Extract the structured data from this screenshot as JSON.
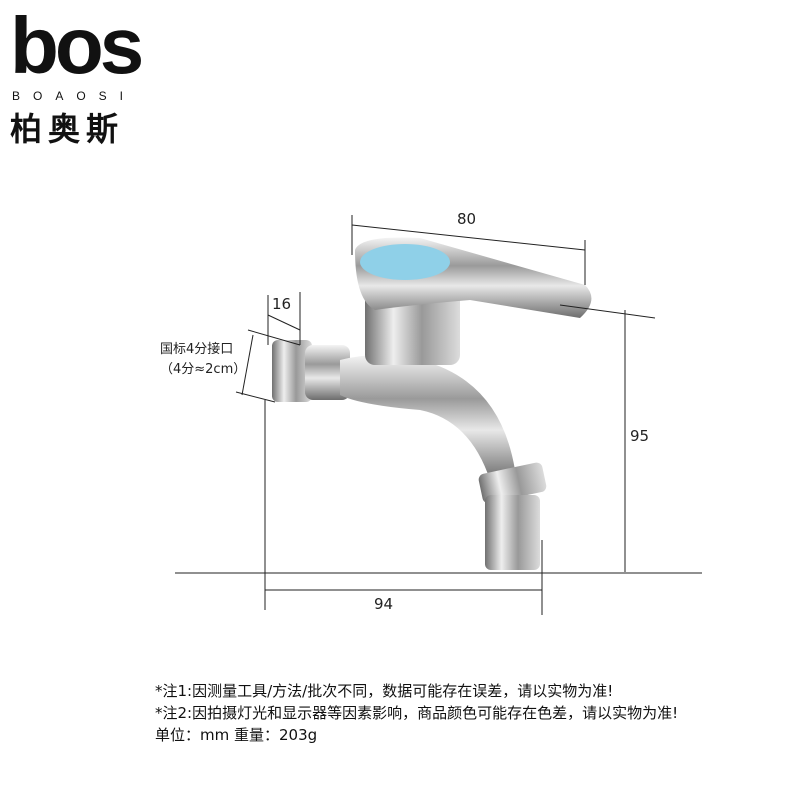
{
  "logo": {
    "main": "bos",
    "sub": "BOAOSI",
    "cn": "柏奥斯"
  },
  "dimensions": {
    "handle_length": "80",
    "thread_length": "16",
    "height": "95",
    "depth": "94"
  },
  "thread_note": {
    "line1": "国标4分接口",
    "line2": "（4分≈2cm）"
  },
  "notes": [
    "*注1:因测量工具/方法/批次不同，数据可能存在误差，请以实物为准!",
    "*注2:因拍摄灯光和显示器等因素影响，商品颜色可能存在色差，请以实物为准!",
    "单位：mm  重量：203g"
  ],
  "colors": {
    "accent": "#8fd0e8"
  }
}
